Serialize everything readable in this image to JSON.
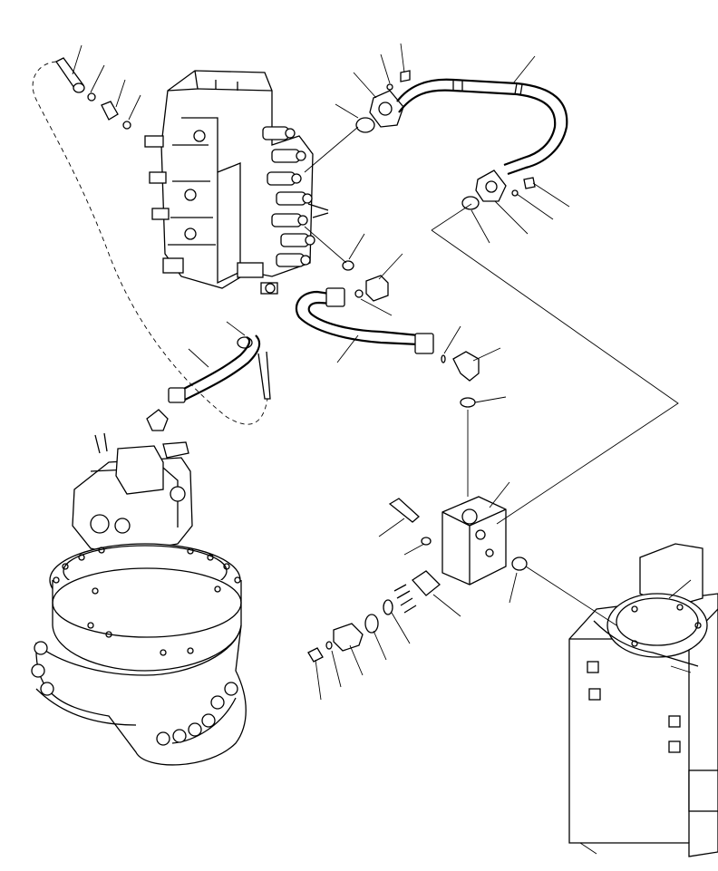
{
  "diagram": {
    "style": "exploded-parts-line-drawing",
    "background": "#ffffff",
    "line_color": "#000000",
    "assemblies": [
      {
        "name": "control-valve"
      },
      {
        "name": "swing-motor"
      },
      {
        "name": "hydraulic-tank"
      },
      {
        "name": "valve-block"
      }
    ],
    "callout_leaders": 27
  }
}
